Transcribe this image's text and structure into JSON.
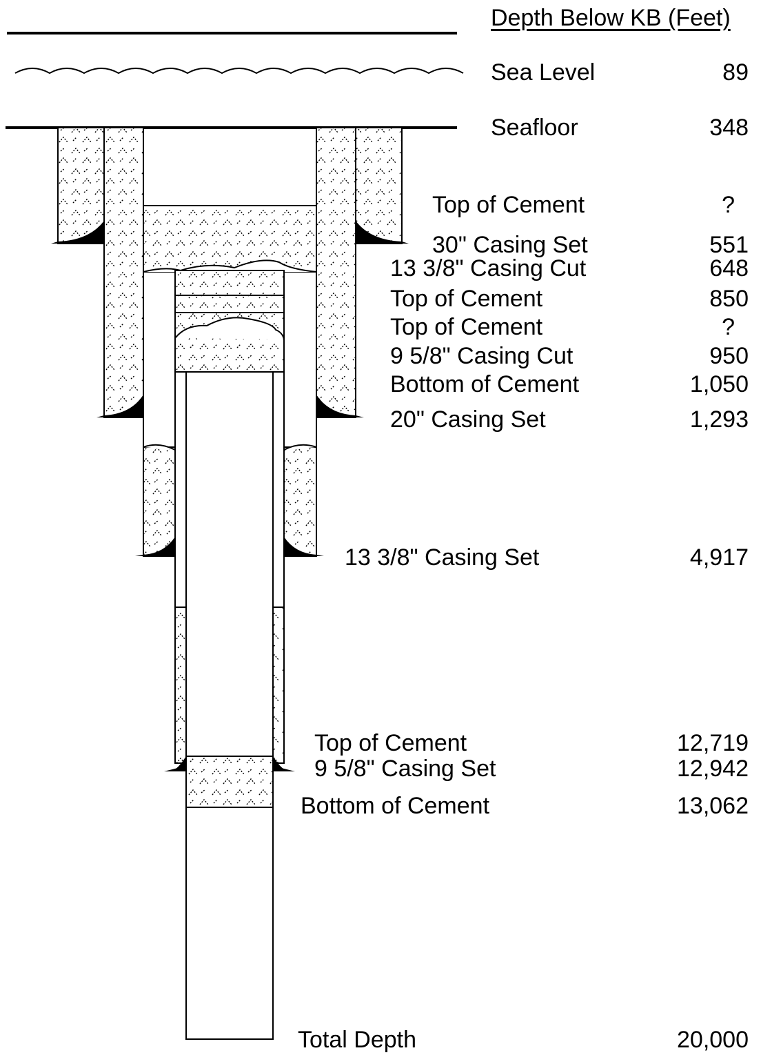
{
  "header": "Depth Below KB (Feet)",
  "levels": [
    {
      "label": "Sea Level",
      "depth": "89"
    },
    {
      "label": "Seafloor",
      "depth": "348"
    },
    {
      "label": "Top of Cement",
      "depth": "?"
    },
    {
      "label": "30\" Casing Set",
      "depth": "551"
    },
    {
      "label": "13 3/8\" Casing Cut",
      "depth": "648"
    },
    {
      "label": "Top of Cement",
      "depth": "850"
    },
    {
      "label": "Top of Cement",
      "depth": "?"
    },
    {
      "label": "9 5/8\" Casing Cut",
      "depth": "950"
    },
    {
      "label": "Bottom of Cement",
      "depth": "1,050"
    },
    {
      "label": "20\" Casing Set",
      "depth": "1,293"
    },
    {
      "label": "13 3/8\" Casing Set",
      "depth": "4,917"
    },
    {
      "label": "Top of Cement",
      "depth": "12,719"
    },
    {
      "label": "9 5/8\" Casing Set",
      "depth": "12,942"
    },
    {
      "label": "Bottom of Cement",
      "depth": "13,062"
    },
    {
      "label": "Total Depth",
      "depth": "20,000"
    }
  ]
}
